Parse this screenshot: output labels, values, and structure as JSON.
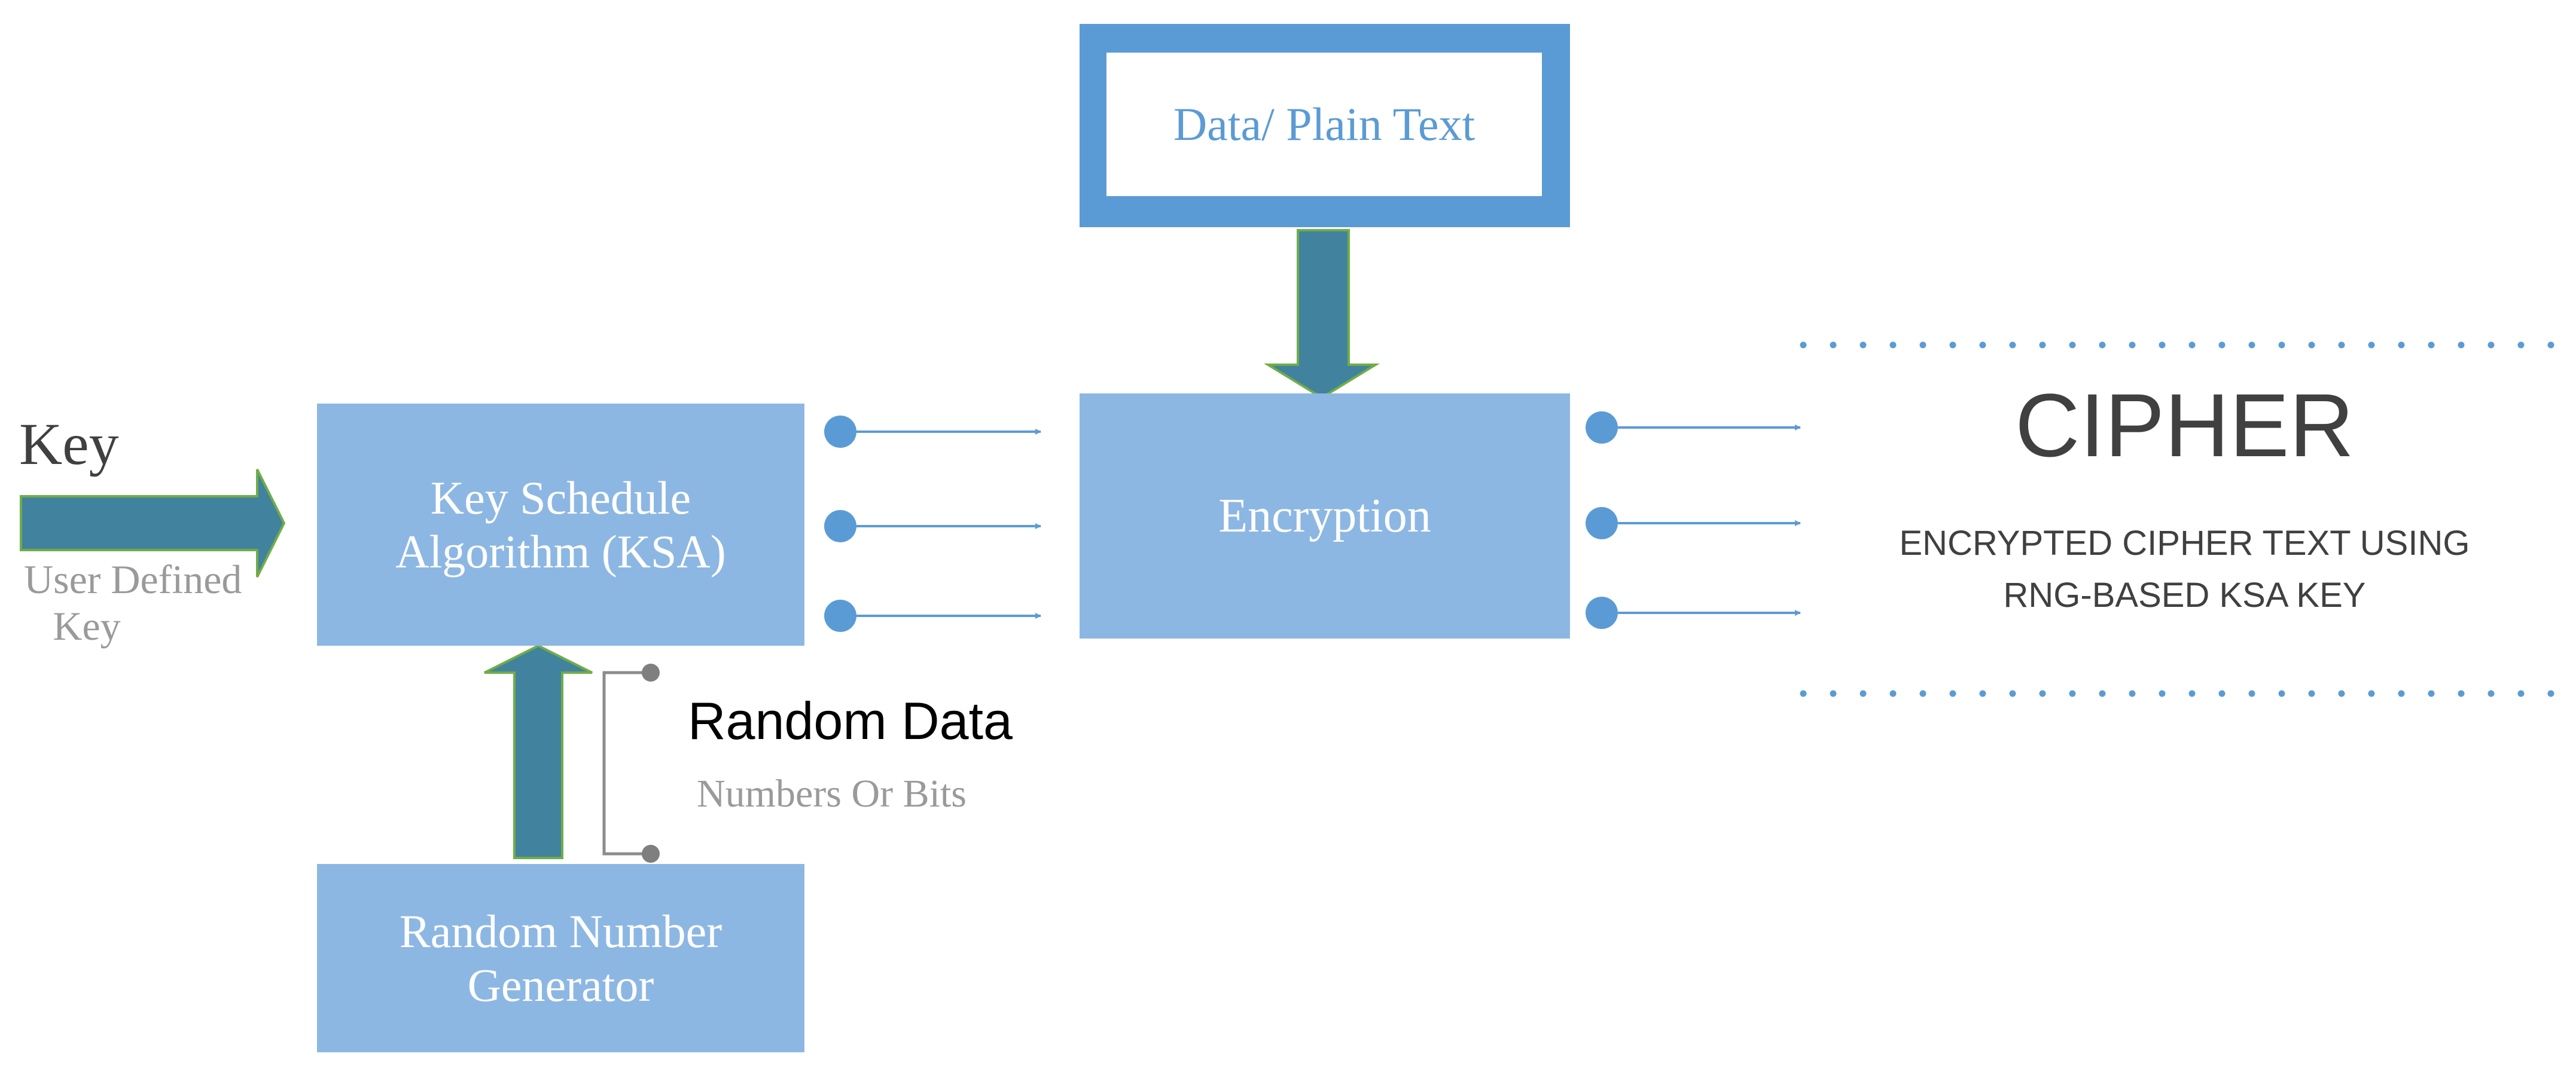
{
  "colors": {
    "box_fill": "#8db7e3",
    "frame_blue": "#5b9bd5",
    "arrow_teal": "#41829f",
    "dot_blue": "#5b9bd5",
    "grey_text": "#9a9a9a",
    "dark_text": "#404040"
  },
  "input": {
    "key_label": "Key",
    "user_key_line1": "User Defined",
    "user_key_line2": "Key"
  },
  "ksa": {
    "line1": "Key Schedule",
    "line2": "Algorithm (KSA)"
  },
  "rng": {
    "line1": "Random Number",
    "line2": "Generator"
  },
  "random_data": {
    "title": "Random Data",
    "subtitle": "Numbers Or Bits"
  },
  "plaintext": {
    "label": "Data/ Plain Text"
  },
  "encryption": {
    "label": "Encryption"
  },
  "cipher": {
    "title": "CIPHER",
    "desc_line1": "ENCRYPTED CIPHER TEXT USING",
    "desc_line2": "RNG-BASED KSA KEY"
  }
}
